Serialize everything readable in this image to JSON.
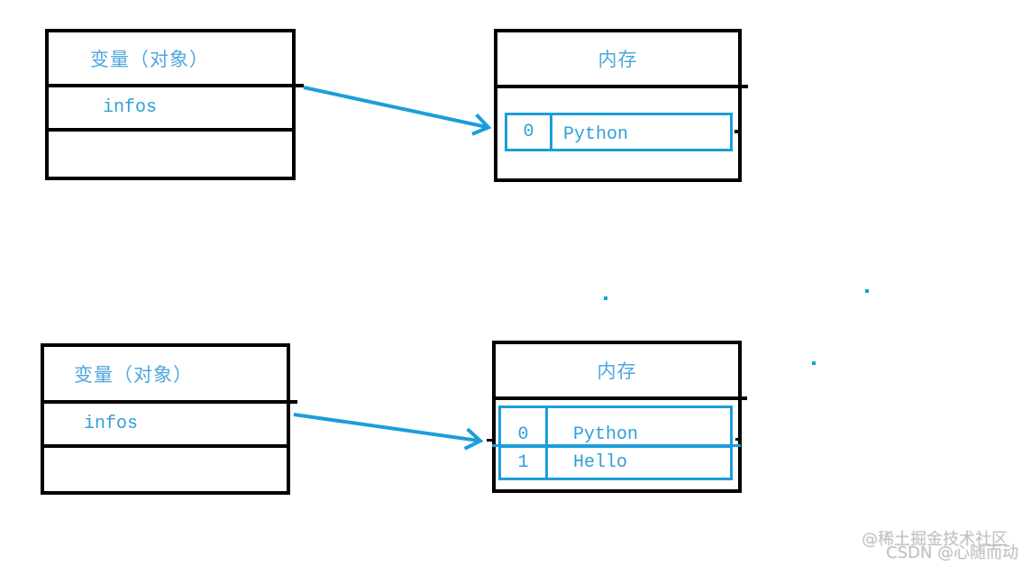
{
  "colors": {
    "accent_blue": "#1b9ed9",
    "latin_text_blue": "#2f9fd9",
    "heading_blue": "#4ea7dd",
    "box_border_black": "#000000",
    "watermark_gray": "#c0c0c0"
  },
  "top_diagram": {
    "variable_box": {
      "title": "变量（对象）",
      "field_label": "infos"
    },
    "memory_box": {
      "title": "内存",
      "cells": [
        {
          "index": "0",
          "value": "Python"
        }
      ]
    }
  },
  "bottom_diagram": {
    "variable_box": {
      "title": "变量（对象）",
      "field_label": "infos"
    },
    "memory_box": {
      "title": "内存",
      "cells": [
        {
          "index": "0",
          "value": "Python"
        },
        {
          "index": "1",
          "value": "Hello"
        }
      ]
    }
  },
  "watermark": {
    "line1": "@稀土掘金技术社区",
    "line2": "CSDN @心随而动"
  }
}
